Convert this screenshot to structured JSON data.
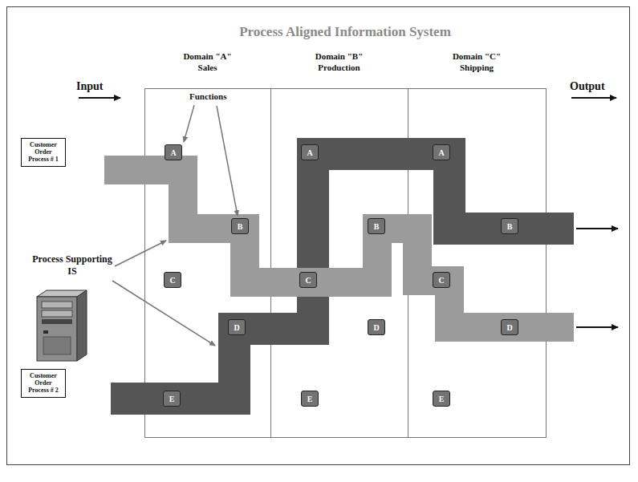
{
  "diagram": {
    "title": "Process Aligned Information System",
    "nodes": [
      {
        "text": [
          "Customer Order Process # 1"
        ]
      },
      {
        "text": [
          "Domain \"A\"",
          "Sales"
        ]
      },
      {
        "text": [
          "A"
        ],
        "in": 1
      },
      {
        "text": [
          "B"
        ],
        "in": 1
      },
      {
        "text": [
          "C"
        ],
        "in": 1
      },
      {
        "text": [
          "D"
        ],
        "in": 1
      },
      {
        "text": [
          "E"
        ],
        "in": 1
      },
      {
        "text": [
          "Domain \"B\"",
          "Production"
        ]
      },
      {
        "text": [
          "A"
        ],
        "in": 7
      },
      {
        "text": [
          "B"
        ],
        "in": 7
      },
      {
        "text": [
          "C"
        ],
        "in": 7
      },
      {
        "text": [
          "D"
        ],
        "in": 7
      },
      {
        "text": [
          "E"
        ],
        "in": 7
      },
      {
        "text": [
          "Domain \"C\"",
          "Shipping"
        ]
      },
      {
        "text": [
          "A"
        ],
        "in": 13
      },
      {
        "text": [
          "B"
        ],
        "in": 13
      },
      {
        "text": [
          "C"
        ],
        "in": 13
      },
      {
        "text": [
          "D"
        ],
        "in": 13
      },
      {
        "text": [
          "E"
        ],
        "in": 13
      },
      {
        "text": [
          "Customer Order Process # 2"
        ]
      }
    ],
    "labels": [
      "Input",
      "Output",
      "Functions",
      "Process Supporting IS"
    ]
  }
}
